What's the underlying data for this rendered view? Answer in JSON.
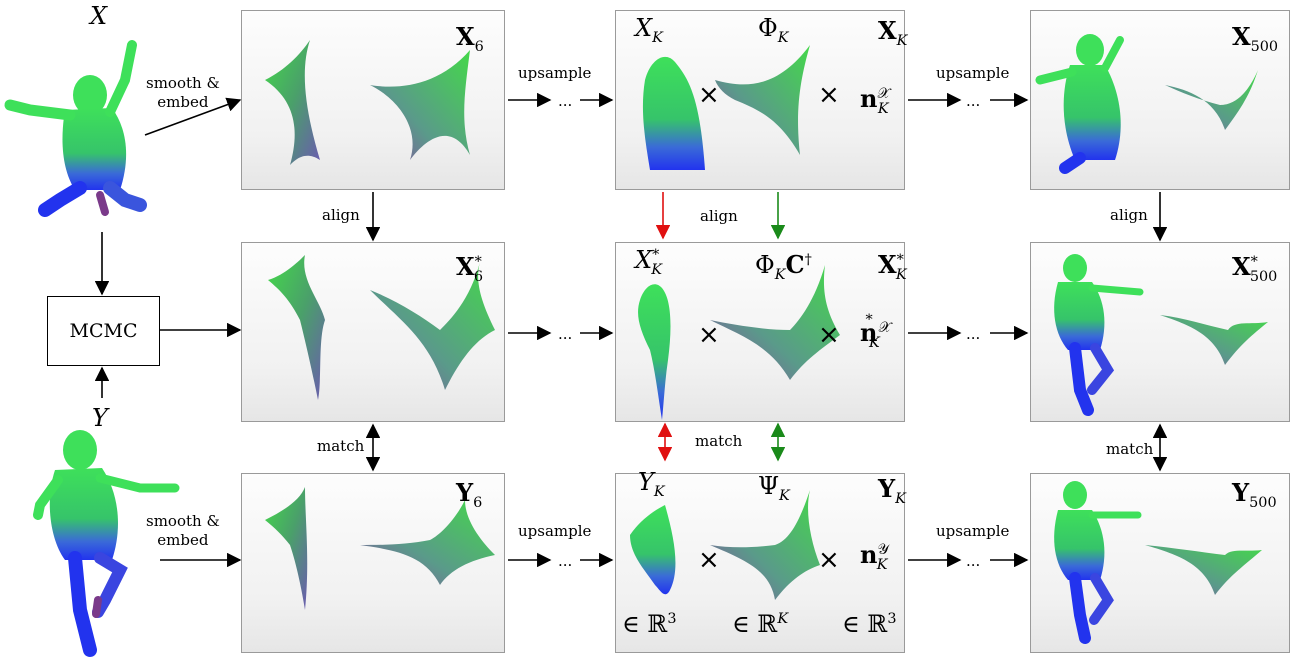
{
  "inputs": {
    "shape_x": "X",
    "shape_y": "Y",
    "mcmc": "MCMC"
  },
  "edges": {
    "smooth_embed_top": "smooth &\nembed",
    "smooth_embed_top_1": "smooth &",
    "smooth_embed_top_2": "embed",
    "smooth_embed_bottom_1": "smooth &",
    "smooth_embed_bottom_2": "embed",
    "upsample": "upsample",
    "align": "align",
    "match": "match",
    "dots": "..."
  },
  "panels": {
    "x6": {
      "title": "X",
      "sub": "6"
    },
    "x6s": {
      "title": "X",
      "sub": "6",
      "sup": "*"
    },
    "y6": {
      "title": "Y",
      "sub": "6"
    },
    "xk": {
      "shape": "X",
      "sub": "K",
      "basis": "Φ",
      "normal": "n",
      "title": "X",
      "tsub": "K",
      "nsup": "𝒳"
    },
    "xks": {
      "shape": "X",
      "sub": "K",
      "basis": "Φ",
      "c": "C",
      "dagger": "†",
      "normal": "n",
      "title": "X",
      "nsup": "𝒳",
      "star": "*"
    },
    "yk": {
      "shape": "Y",
      "sub": "K",
      "basis": "Ψ",
      "normal": "n",
      "title": "Y",
      "nsup": "𝒴"
    },
    "x500": {
      "title": "X",
      "sub": "500"
    },
    "x500s": {
      "title": "X",
      "sub": "500",
      "sup": "*"
    },
    "y500": {
      "title": "Y",
      "sub": "500"
    }
  },
  "spaces": {
    "r3": "∈ ℝ",
    "r3_exp": "3",
    "rk": "∈ ℝ",
    "rk_exp": "K"
  },
  "ops": {
    "times": "×"
  },
  "colors": {
    "red_arrow": "#e01010",
    "green_arrow": "#1a8a1a",
    "shape_top": "#3ee05a",
    "shape_bottom": "#2233ee",
    "embed_purple": "#7a4fa0"
  }
}
